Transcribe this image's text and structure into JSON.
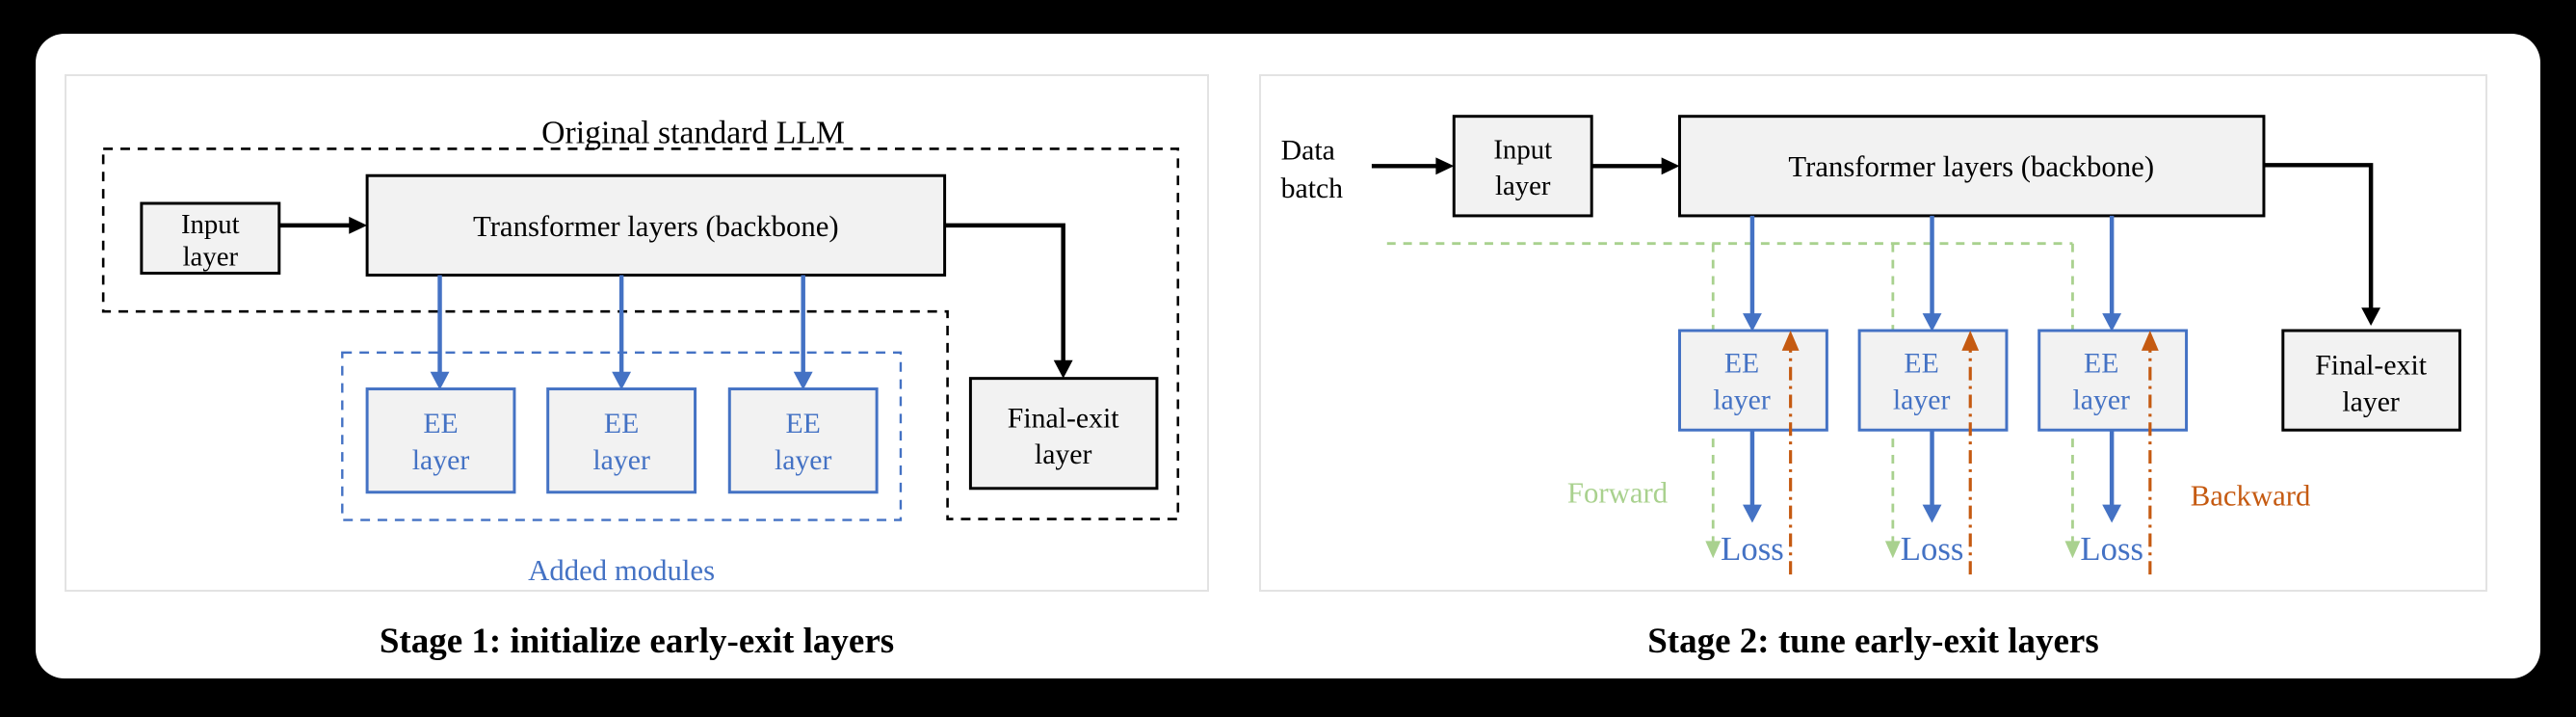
{
  "colors": {
    "blue": "#4472C4",
    "green": "#A9D18E",
    "orange": "#C55A11",
    "boxfill": "#F2F2F2",
    "ink": "#000000",
    "panelborder": "#E3E3E3",
    "canvasbg": "#FFFFFF",
    "pagebg": "#000000"
  },
  "panel1": {
    "title": "Original standard LLM",
    "input": {
      "line1": "Input",
      "line2": "layer"
    },
    "transformer": "Transformer layers (backbone)",
    "ee": {
      "line1": "EE",
      "line2": "layer"
    },
    "added_modules": "Added modules",
    "final_exit": {
      "line1": "Final-exit",
      "line2": "layer"
    },
    "caption": "Stage 1: initialize early-exit layers"
  },
  "panel2": {
    "data_batch": {
      "line1": "Data",
      "line2": "batch"
    },
    "input": {
      "line1": "Input",
      "line2": "layer"
    },
    "transformer": "Transformer layers (backbone)",
    "ee": {
      "line1": "EE",
      "line2": "layer"
    },
    "loss": "Loss",
    "forward": "Forward",
    "backward": "Backward",
    "final_exit": {
      "line1": "Final-exit",
      "line2": "layer"
    },
    "caption": "Stage 2: tune early-exit layers"
  }
}
